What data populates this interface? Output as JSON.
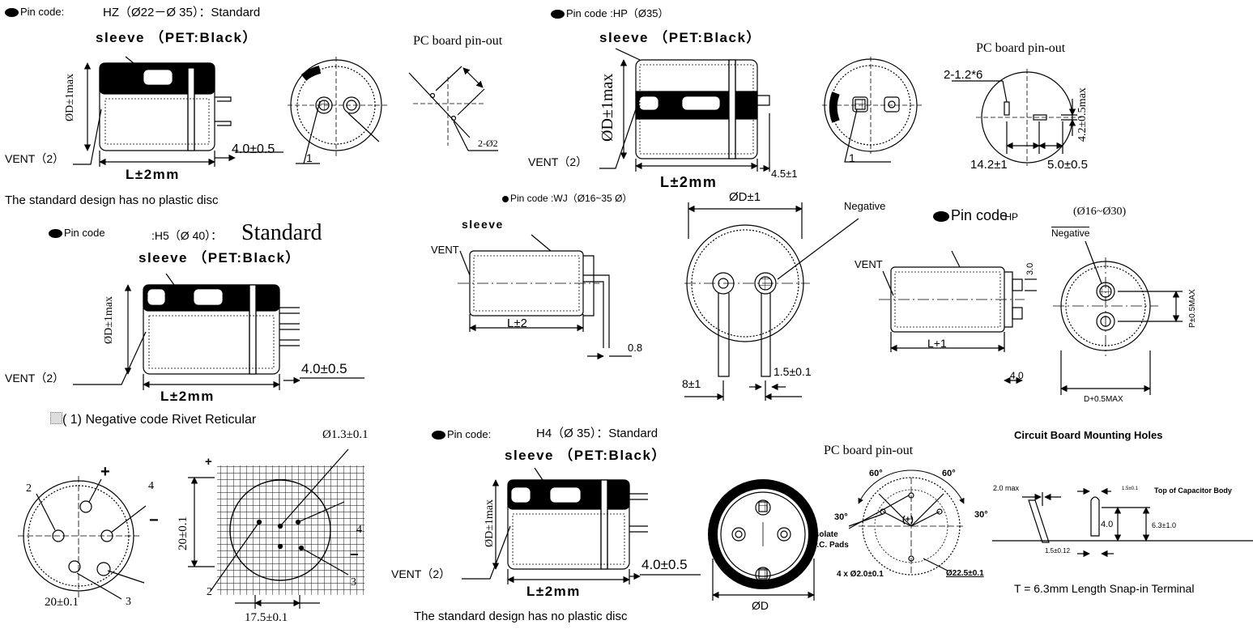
{
  "hz": {
    "pin_code": "Pin code:",
    "code": "HZ（Ø22－Ø 35）：Standard",
    "sleeve": "sleeve （PET:Black）",
    "diameter": "ØD±1max",
    "pin_len": "4.0±0.5",
    "vent": "VENT（2）",
    "length": "L±2mm",
    "pin_label": "1"
  },
  "pcb1": {
    "title": "PC board pin-out",
    "holes": "2-Ø2"
  },
  "note_top": "The standard design has no plastic disc",
  "hp35": {
    "pin_code": "Pin code :HP（Ø35）",
    "sleeve": "sleeve （PET:Black）",
    "diameter": "ØD±1max",
    "vent": "VENT（2）",
    "length": "L±2mm",
    "pin_len": "4.5±1",
    "pin_label": "1"
  },
  "pcb2": {
    "title": "PC board pin-out",
    "holes": "2-1.2*6",
    "dim_side": "4.2±0.5max",
    "dim_a": "14.2±1",
    "dim_b": "5.0±0.5"
  },
  "wj": {
    "pin_code": "Pin code :WJ（Ø16~35 Ø）",
    "sleeve": "sleeve",
    "vent": "VENT",
    "length": "L±2",
    "lead": "0.8",
    "diameter": "ØD±1",
    "negative": "Negative",
    "lead_dia": "1.5±0.1",
    "pitch": "8±1"
  },
  "hp16": {
    "pin_code": "Pin code",
    "code": ":HP",
    "range": "(Ø16~Ø30)",
    "negative": "Negative",
    "vent": "VENT",
    "length": "L+1",
    "dim_30": "3.0",
    "dim_40": "4.0",
    "p_label": "P±0.5MAX",
    "d_label": "D+0.5MAX"
  },
  "h5": {
    "pin_code": "Pin code",
    "code": ":H5（Ø 40）：",
    "standard": "Standard",
    "sleeve": "sleeve （PET:Black）",
    "diameter": "ØD±1max",
    "pin_len": "4.0±0.5",
    "vent": "VENT（2）",
    "length": "L±2mm"
  },
  "rivet": {
    "heading": "( 1) Negative code Rivet Reticular",
    "dia_dim": "Ø1.3±0.1",
    "plus": "+",
    "minus": "−",
    "n1": "2",
    "n2": "4",
    "n3": "3",
    "left_dim": "20±0.1",
    "grid_dim_v": "20±0.1",
    "grid_dim_h": "17.5±0.1",
    "g2": "2",
    "g3": "3",
    "g4": "4",
    "g_plus": "+",
    "g_minus": "−"
  },
  "h4": {
    "pin_code": "Pin code:",
    "code": "H4（Ø 35）：Standard",
    "sleeve": "sleeve （PET:Black）",
    "diameter": "ØD±1max",
    "pin_len": "4.0±0.5",
    "vent": "VENT（2）",
    "length": "L±2mm",
    "note": "The standard design has no plastic disc",
    "bottom_label": "ØD"
  },
  "pcb3": {
    "title": "PC board pin-out",
    "a60l": "60°",
    "a60r": "60°",
    "a30l": "30°",
    "a30r": "30°",
    "plus": "(+)",
    "isolate": "Isolate",
    "pads": "P.C. Pads",
    "holes": "4 x Ø2.0±0.1",
    "circle": "Ø22.5±0.1"
  },
  "mount": {
    "title": "Circuit Board Mounting Holes",
    "dim_20": "2.0 max",
    "dim_15a": "1.5±0.1",
    "top_body": "Top of Capacitor Body",
    "dim_40": "4.0",
    "dim_63": "6.3±1.0",
    "dim_15b": "1.5±0.12",
    "terminal": "T = 6.3mm Length Snap-in Terminal"
  }
}
